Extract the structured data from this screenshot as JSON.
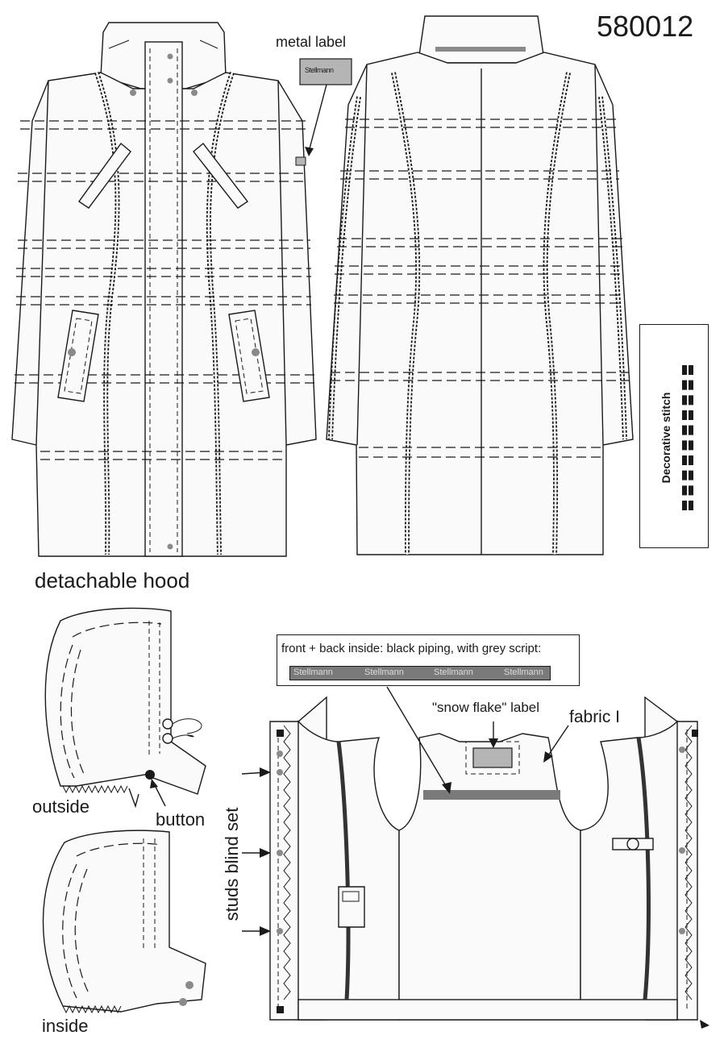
{
  "style_number": "580012",
  "labels": {
    "metal_label": "metal label",
    "metal_label_tag": "Stellmann",
    "detachable_hood": "detachable hood",
    "outside": "outside",
    "inside": "inside",
    "button": "button",
    "studs_blind_set": "studs blind set",
    "piping_note": "front + back inside: black piping, with grey script:",
    "piping_script": [
      "Stellmann",
      "Stellmann",
      "Stellmann",
      "Stellmann"
    ],
    "snow_flake_label": "\"snow flake\" label",
    "fabric": "fabric I",
    "decorative_stitch": "Decorative stitch"
  },
  "colors": {
    "outline": "#1a1a1a",
    "piping_grey": "#7a7a7a",
    "label_grey": "#b5b5b5"
  }
}
